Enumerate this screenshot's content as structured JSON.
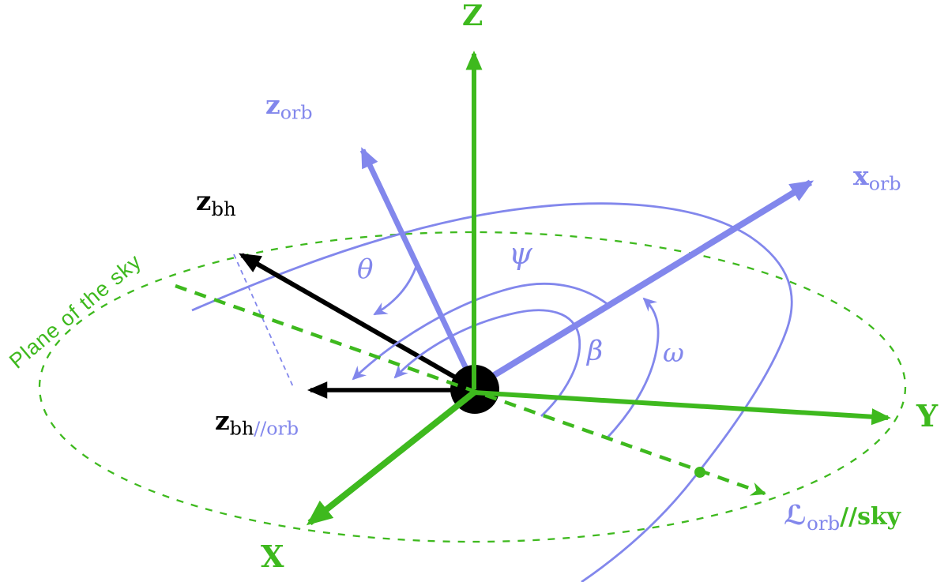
{
  "colors": {
    "green": "#3eb91e",
    "blue": "#8287ec",
    "black": "#000000",
    "background": "#ffffff"
  },
  "labels": {
    "sky_axes": {
      "z": "Z",
      "y": "Y",
      "x": "X"
    },
    "orbital_z": {
      "main": "z",
      "sub": "orb"
    },
    "orbital_x": {
      "main": "x",
      "sub": "orb"
    },
    "bh_spin": {
      "main": "z",
      "sub": "bh"
    },
    "bh_spin_projection": {
      "main": "z",
      "sub": "bh",
      "sub2": "//orb"
    },
    "node_line": {
      "main": "ℒ",
      "sub": "orb",
      "suffix": "//sky"
    },
    "angles": {
      "theta": "θ",
      "psi": "ψ",
      "beta": "β",
      "omega": "ω"
    },
    "plane_of_sky": "Plane of the sky"
  }
}
